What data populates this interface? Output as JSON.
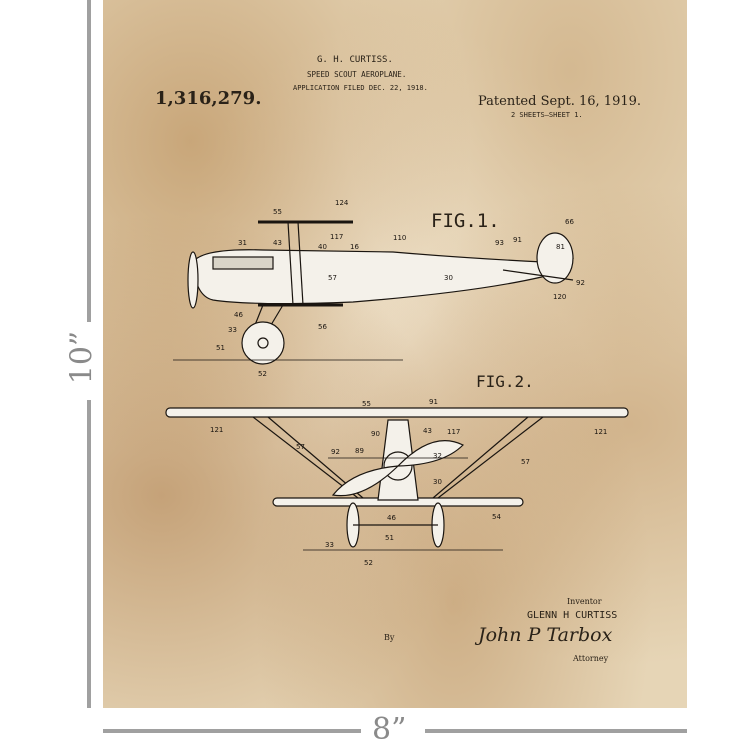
{
  "patent": {
    "number": "1,316,279.",
    "inventor_header": "G. H. CURTISS.",
    "title": "SPEED SCOUT AEROPLANE.",
    "application": "APPLICATION FILED DEC. 22, 1918.",
    "patented": "Patented Sept. 16, 1919.",
    "sheets": "2 SHEETS—SHEET 1.",
    "fig1_label": "FIG.1.",
    "fig2_label": "FIG.2.",
    "inventor_label": "Inventor",
    "inventor_name": "GLENN H CURTISS",
    "by": "By",
    "attorney_signature": "John P Tarbox",
    "attorney_label": "Attorney"
  },
  "fig1_numbers": [
    "55",
    "124",
    "31",
    "43",
    "117",
    "40",
    "16",
    "110",
    "93",
    "91",
    "66",
    "81",
    "30",
    "57",
    "92",
    "120",
    "46",
    "33",
    "56",
    "51",
    "52"
  ],
  "fig2_numbers": [
    "55",
    "91",
    "121",
    "121",
    "57",
    "90",
    "43",
    "117",
    "92",
    "89",
    "32",
    "30",
    "57",
    "46",
    "54",
    "51",
    "33",
    "52"
  ],
  "dimensions": {
    "height": "10”",
    "width": "8”"
  }
}
